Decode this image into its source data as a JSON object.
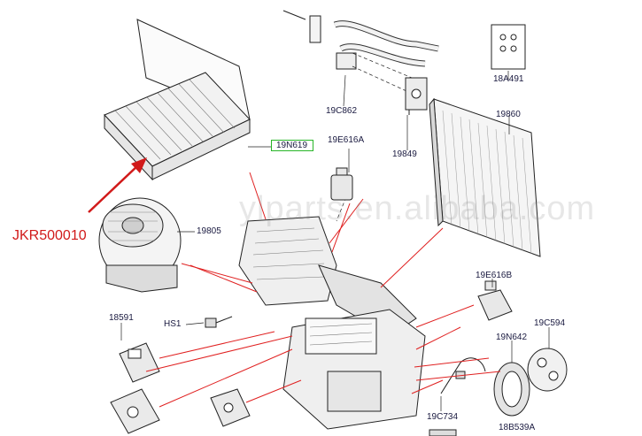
{
  "callout": {
    "part_number": "JKR500010"
  },
  "watermark": "ylparts.en.alibaba.com",
  "labels": {
    "filter": "19N619",
    "blower": "19805",
    "bolt": "HS1",
    "resistor": "18591",
    "pipe_top": "19C862",
    "valve": "19849",
    "sensor_top": "19E616A",
    "heater_core": "19860",
    "seals": "18A491",
    "sensor_right": "19E616B",
    "gasket_ring": "19C594",
    "gasket_large": "19N642",
    "harness": "19C734",
    "clip": "18B539A"
  },
  "colors": {
    "leader_lines": "#e02020",
    "callout": "#d11a1a",
    "highlight_box": "#27b527",
    "part_text": "#1a1a40"
  }
}
